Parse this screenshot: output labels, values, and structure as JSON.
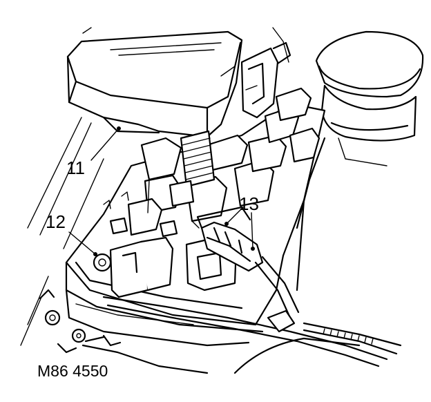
{
  "callouts": {
    "c11": "11",
    "c12": "12",
    "c13": "13"
  },
  "figure_ref": "M86 4550",
  "colors": {
    "ink": "#000000",
    "paper": "#ffffff"
  }
}
